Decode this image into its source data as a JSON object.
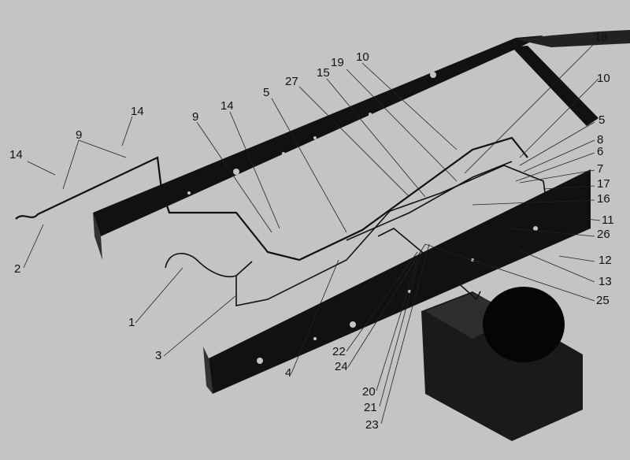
{
  "diagram": {
    "title": "",
    "callouts": [
      {
        "id": "c18",
        "text": "18"
      },
      {
        "id": "c10a",
        "text": "10"
      },
      {
        "id": "c19",
        "text": "19"
      },
      {
        "id": "c27",
        "text": "27"
      },
      {
        "id": "c15",
        "text": "15"
      },
      {
        "id": "c5a",
        "text": "5"
      },
      {
        "id": "c14a",
        "text": "14"
      },
      {
        "id": "c9a",
        "text": "9"
      },
      {
        "id": "c14b",
        "text": "14"
      },
      {
        "id": "c9b",
        "text": "9"
      },
      {
        "id": "c14c",
        "text": "14"
      },
      {
        "id": "c10b",
        "text": "10"
      },
      {
        "id": "c5b",
        "text": "5"
      },
      {
        "id": "c8",
        "text": "8"
      },
      {
        "id": "c6",
        "text": "6"
      },
      {
        "id": "c7",
        "text": "7"
      },
      {
        "id": "c17",
        "text": "17"
      },
      {
        "id": "c16",
        "text": "16"
      },
      {
        "id": "c11",
        "text": "11"
      },
      {
        "id": "c26",
        "text": "26"
      },
      {
        "id": "c12",
        "text": "12"
      },
      {
        "id": "c13",
        "text": "13"
      },
      {
        "id": "c25",
        "text": "25"
      },
      {
        "id": "c1",
        "text": "1"
      },
      {
        "id": "c2",
        "text": "2"
      },
      {
        "id": "c3",
        "text": "3"
      },
      {
        "id": "c4",
        "text": "4"
      },
      {
        "id": "c22",
        "text": "22"
      },
      {
        "id": "c24",
        "text": "24"
      },
      {
        "id": "c20",
        "text": "20"
      },
      {
        "id": "c21",
        "text": "21"
      },
      {
        "id": "c23",
        "text": "23"
      }
    ]
  }
}
